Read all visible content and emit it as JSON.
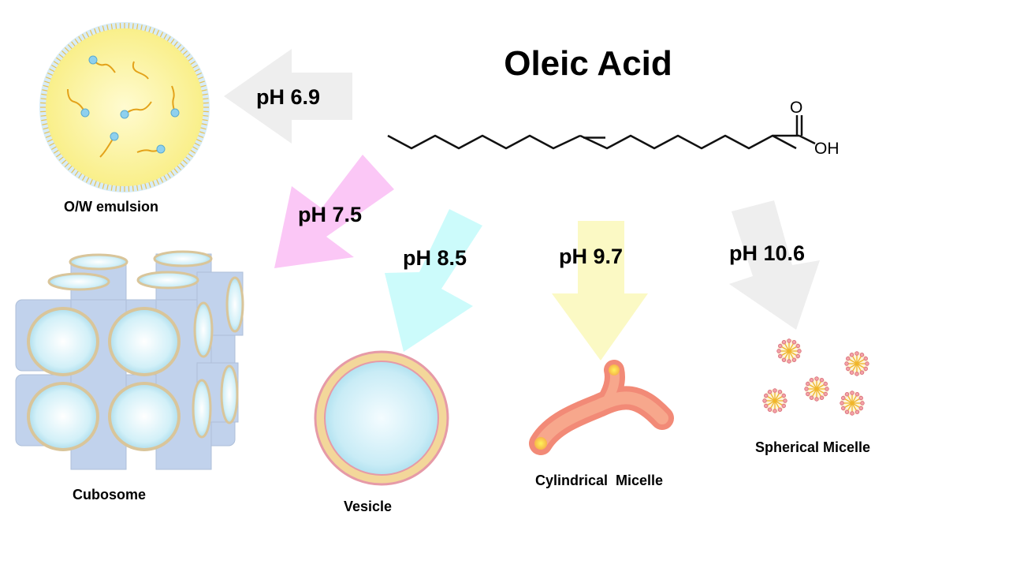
{
  "title": "Oleic Acid",
  "molecule": {
    "carbonyl_oxygen": "O",
    "hydroxyl": "OH"
  },
  "transitions": [
    {
      "ph": "pH 6.9",
      "structure": "O/W emulsion",
      "arrow_color": "#eeeeee"
    },
    {
      "ph": "pH 7.5",
      "structure": "Cubosome",
      "arrow_color": "#fbc7f6"
    },
    {
      "ph": "pH 8.5",
      "structure": "Vesicle",
      "arrow_color": "#ccfbfb"
    },
    {
      "ph": "pH 9.7",
      "structure": "Cylindrical  Micelle",
      "arrow_color": "#fbf9c4"
    },
    {
      "ph": "pH 10.6",
      "structure": "Spherical Micelle",
      "arrow_color": "#eeeeee"
    }
  ]
}
